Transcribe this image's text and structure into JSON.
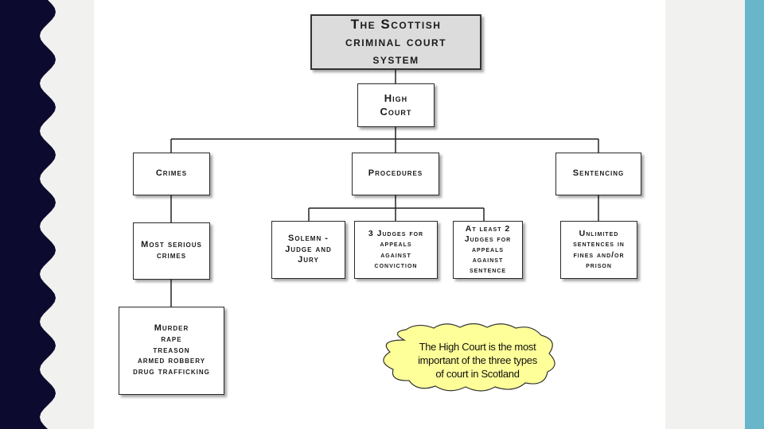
{
  "diagram": {
    "title": "The Scottish\ncriminal court\nsystem",
    "top_node": "High\nCourt",
    "categories": {
      "crimes": "Crimes",
      "procedures": "Procedures",
      "sentencing": "Sentencing"
    },
    "details": {
      "most_serious": "Most serious\ncrimes",
      "solemn": "Solemn -\nJudge and\nJury",
      "three_judges": "3 Judges for\nappeals\nagainst\nconviction",
      "two_judges": "At least 2\nJudges for\nappeals\nagainst\nsentence",
      "unlimited": "Unlimited\nsentences in\nfines and/or\nprison"
    },
    "examples": "Murder\nrape\ntreason\narmed robbery\ndrug trafficking",
    "note": "The High Court is the most\nimportant of the three types\nof court in Scotland"
  },
  "colors": {
    "left_band": "#0c0a2e",
    "right_band": "#69b6cb",
    "note_fill": "#ffff99",
    "title_fill": "#dcdcdc"
  }
}
